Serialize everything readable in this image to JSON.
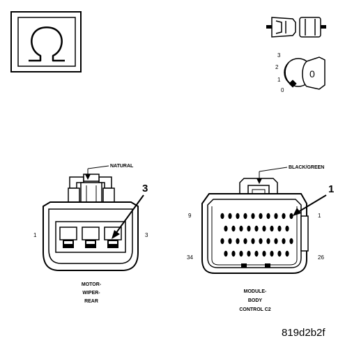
{
  "ohmmeter_symbol": "Ω",
  "ignition": {
    "positions": [
      "3",
      "2",
      "1",
      "0"
    ],
    "key_label": "0"
  },
  "motor_wiper_connector": {
    "wire_color": "NATURAL",
    "pin_start": "1",
    "pin_end": "3",
    "callout": "3",
    "name_lines": [
      "MOTOR-",
      "WIPER-",
      "REAR"
    ]
  },
  "body_control_connector": {
    "wire_color": "BLACK/GREEN",
    "pin_top_left": "9",
    "pin_top_right": "1",
    "pin_bottom_left": "34",
    "pin_bottom_right": "26",
    "callout": "1",
    "name_lines": [
      "MODULE-",
      "BODY",
      "CONTROL C2"
    ]
  },
  "figure_code": "819d2b2f"
}
